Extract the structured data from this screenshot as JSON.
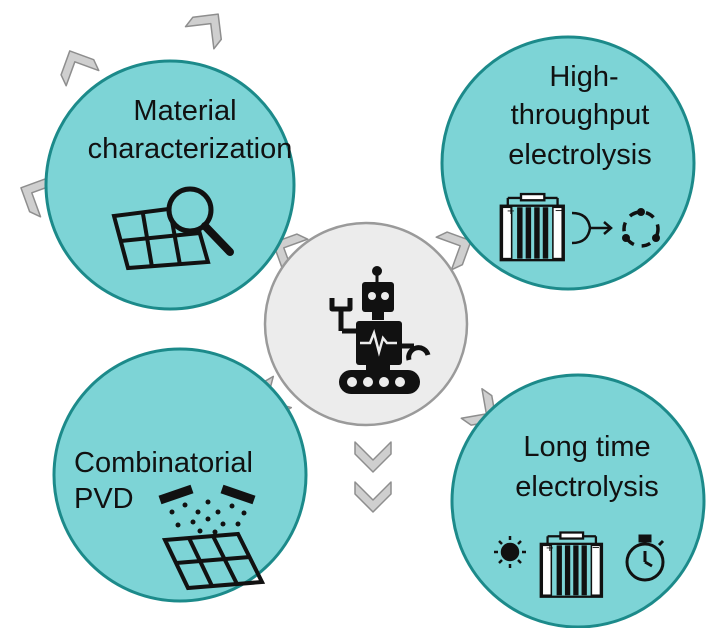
{
  "colors": {
    "node_fill": "#7dd4d6",
    "node_stroke": "#1c8a8a",
    "hub_fill": "#ececec",
    "hub_stroke": "#9a9a9a",
    "chevron_fill": "#cfcfcf",
    "chevron_stroke": "#8e8e8e",
    "icon": "#111111"
  },
  "nodes": {
    "characterization": {
      "line1": "Material",
      "line2": "characterization",
      "icon": "magnifier-over-sample-grid-icon"
    },
    "electrolysis": {
      "line1": "High-",
      "line2": "throughput",
      "line3": "electrolysis",
      "icon": "battery-split-to-cycle-icon"
    },
    "pvd": {
      "line1": "Combinatorial",
      "line2": "PVD",
      "icon": "sputter-deposition-grid-icon"
    },
    "long_time": {
      "line1": "Long time",
      "line2": "electrolysis",
      "icon": "sun-battery-stopwatch-icon"
    }
  },
  "hub": {
    "icon": "robot-icon"
  },
  "cell_signs": {
    "plus": "+",
    "minus": "−"
  }
}
